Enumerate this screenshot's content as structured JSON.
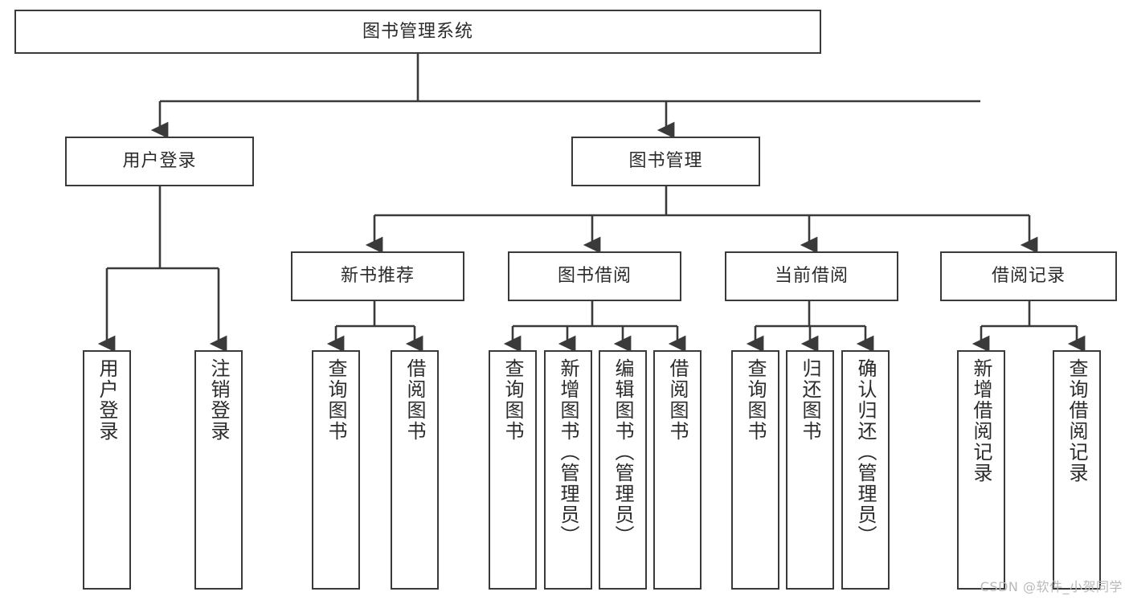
{
  "diagram": {
    "type": "tree",
    "title": "图书管理系统",
    "colors": {
      "box_border": "#3a3a3a",
      "box_fill": "#ffffff",
      "edge": "#3a3a3a",
      "text": "#2b2b2b",
      "watermark": "#b9b9b9",
      "background": "#ffffff"
    }
  },
  "root": {
    "label": "图书管理系统"
  },
  "level1": [
    {
      "label": "用户登录"
    },
    {
      "label": "图书管理"
    }
  ],
  "level2": [
    {
      "label": "新书推荐"
    },
    {
      "label": "图书借阅"
    },
    {
      "label": "当前借阅"
    },
    {
      "label": "借阅记录"
    }
  ],
  "leaves": {
    "user_login": [
      {
        "label": "用户登录"
      },
      {
        "label": "注销登录"
      }
    ],
    "new_book_recommend": [
      {
        "label": "查询图书"
      },
      {
        "label": "借阅图书"
      }
    ],
    "book_borrow": [
      {
        "label": "查询图书"
      },
      {
        "label": "新增图书（管理员）"
      },
      {
        "label": "编辑图书（管理员）"
      },
      {
        "label": "借阅图书"
      }
    ],
    "current_borrow": [
      {
        "label": "查询图书"
      },
      {
        "label": "归还图书"
      },
      {
        "label": "确认归还（管理员）"
      }
    ],
    "borrow_record": [
      {
        "label": "新增借阅记录"
      },
      {
        "label": "查询借阅记录"
      }
    ]
  },
  "watermark": {
    "text": "CSDN @软件_小贺同学"
  }
}
